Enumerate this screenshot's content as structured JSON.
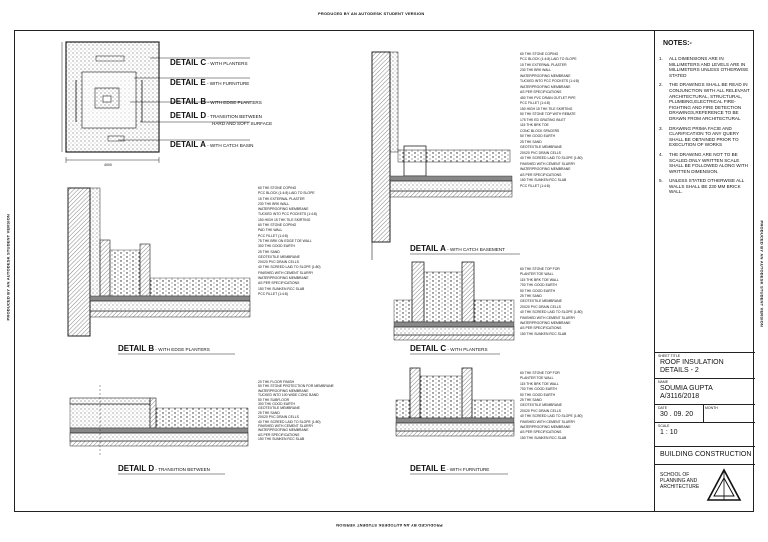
{
  "watermark": {
    "top": "PRODUCED BY AN AUTODESK STUDENT VERSION",
    "bottom": "PRODUCED BY AN AUTODESK STUDENT VERSION",
    "left": "PRODUCED BY AN AUTODESK STUDENT VERSION",
    "right": "PRODUCED BY AN AUTODESK STUDENT VERSION"
  },
  "key_plan": {
    "dimension": "4000",
    "labels": [
      {
        "code": "DETAIL C",
        "desc": " - WITH PLANTERS"
      },
      {
        "code": "DETAIL E",
        "desc": " - WITH FURNITURE"
      },
      {
        "code": "DETAIL B",
        "desc": " - WITH EDGE PLANTERS"
      },
      {
        "code": "DETAIL D",
        "desc": " - TRANSITION BETWEEN",
        "desc2": "HARD AND SOFT SURFACE"
      },
      {
        "code": "DETAIL A",
        "desc": " - WITH CATCH BASIN"
      }
    ]
  },
  "detail_a": {
    "title": "DETAIL A",
    "subtitle": " - WITH CATCH BASEMENT",
    "notes": [
      "60 THK STONE COPING",
      "PCC BLOCK (1:4:8) LAID TO SLOPE",
      "15 THK EXTERNAL PLASTER",
      "230 THK BRK WALL",
      "WATERPROOFING MEMBRANE",
      "TUCKED INTO PCC POCKETS (1:4:8)",
      "WATERPROOFING MEMBRANE",
      "AS PER SPECIFICATIONS",
      "450 THK PVC DRAIN OUTLET PIPE",
      "PCC FILLET (1:4:8)",
      "150 HIGH 15 THK TILE SKIRTING",
      "50 THK STONE TOP WITH REBATE",
      "175 THK ED GRATING INLET",
      "115 THK BRK TOE",
      "CONC BLOCK SPACERS",
      "50 THK GOOD EARTH",
      "25 THK SAND",
      "GEOTEXTILE MEMBRANE",
      "20X20 PVC DRAIN CELLS",
      "40 THK SCREED LAID TO SLOPE (1:80)",
      "FINISHED WITH CEMENT SLURRY",
      "WATERPROOFING MEMBRANE",
      "AS PER SPECIFICATIONS",
      "150 THK SUNKEN RCC SLAB",
      "PCC FILLET (1:4:8)"
    ]
  },
  "detail_b": {
    "title": "DETAIL B",
    "subtitle": " - WITH EDGE PLANTERS",
    "notes": [
      "60 THK STONE COPING",
      "PCC BLOCK (1:4:8) LAID TO SLOPE",
      "15 THK EXTERNAL PLASTER",
      "230 THK BRK WALL",
      "WATERPROOFING MEMBRANE",
      "TUCKED INTO PCC POCKETS (1:4:8)",
      "150 HIGH 15 THK TILE SKIRTING",
      "60 THK STONE COPING",
      "PAD THK WALL",
      "PCC FILLET (1:4:8)",
      "75 THK BRK ON EDGE TOE WALL",
      "300 THK GOOD EARTH",
      "25 THK SAND",
      "GEOTEXTILE MEMBRANE",
      "20X20 PVC DRAIN CELLS",
      "40 THK SCREED LAID TO SLOPE (1:80)",
      "FINISHED WITH CEMENT SLURRY",
      "WATERPROOFING MEMBRANE",
      "AS PER SPECIFICATIONS",
      "150 THK SUNKEN RCC SLAB",
      "PCC FILLET (1:4:8)"
    ]
  },
  "detail_c": {
    "title": "DETAIL C",
    "subtitle": " - WITH PLANTERS",
    "notes": [
      "60 THK STONE TOP FOR",
      "PLANTER TOE WALL",
      "115 THK BRK TOE WALL",
      "700 THK GOOD EARTH",
      "50 THK GOOD EARTH",
      "25 THK SAND",
      "GEOTEXTILE MEMBRANE",
      "20X20 PVC DRAIN CELLS",
      "40 THK SCREED LAID TO SLOPE (1:80)",
      "FINISHED WITH CEMENT SLURRY",
      "WATERPROOFING MEMBRANE",
      "AS PER SPECIFICATIONS",
      "150 THK SUNKEN RCC SLAB"
    ]
  },
  "detail_d": {
    "title": "DETAIL D",
    "subtitle": " - TRANSITION BETWEEN",
    "notes": [
      "20 THK FLOOR FINISH",
      "50 THK STONE PROTECTION FOR MEMBRANE",
      "WATERPROOFING MEMBRANE",
      "TUCKED INTO 100 WIDE CONC BAND",
      "50 THK SUBFLOOR",
      "300 THK GOOD EARTH",
      "GEOTEXTILE MEMBRANE",
      "25 THK SAND",
      "20X20 PVC DRAIN CELLS",
      "40 THK SCREED LAID TO SLOPE (1:80)",
      "FINISHED WITH CEMENT SLURRY",
      "WATERPROOFING MEMBRANE",
      "AS PER SPECIFICATIONS",
      "150 THK SUNKEN RCC SLAB"
    ]
  },
  "detail_e": {
    "title": "DETAIL E",
    "subtitle": " - WITH FURNITURE",
    "notes": [
      "60 THK STONE TOP FOR",
      "PLANTER TOE WALL",
      "115 THK BRK TOE WALL",
      "700 THK GOOD EARTH",
      "50 THK GOOD EARTH",
      "25 THK SAND",
      "GEOTEXTILE MEMBRANE",
      "20X20 PVC DRAIN CELLS",
      "40 THK SCREED LAID TO SLOPE (1:80)",
      "FINISHED WITH CEMENT SLURRY",
      "WATERPROOFING MEMBRANE",
      "AS PER SPECIFICATIONS",
      "150 THK SUNKEN RCC SLAB"
    ]
  },
  "title_block": {
    "notes_heading": "NOTES:-",
    "notes": [
      "ALL DIMENSIONS ARE IN MILLIMETERS AND LEVELS ARE IN MILLIMETERS UNLESS OTHERWISE STATED",
      "THE DRAWINGS SHALL BE READ IN CONJUNCTION WITH ALL RELEVANT ARCHITECTURAL, STRUCTURAL, PLUMBING,ELECTRICAL FIRE-FIGHTING AND FIRE DETECTION DRAWINGS,REFERENCE TO BE DRAWN FROM ARCHITECTURAL",
      "DRAWING PRIMA FACIE AND CLARIFICATION TO ANY QUERY SHALL BE OBTAINED PRIOR TO EXECUTION OF WORKS",
      "THE DRAWING ARE NOT TO BE SCALED.ONLY WRITTEN SCALE SHALL BE FOLLOWED ALONG WITH WRITTEN DIMENSION.",
      "UNLESS STATED OTHERWISE ALL WALLS SHALL BE 230 MM BRICK WALL."
    ],
    "sheet_title_label": "SHEET TITLE",
    "sheet_title_1": "ROOF INSULATION",
    "sheet_title_2": "DETAILS - 2",
    "name_label": "NAME",
    "name": "SOUMIA GUPTA",
    "roll": "A/3116/2018",
    "date_label": "DATE",
    "date": "30 . 09. 20",
    "month_label": "MONTH",
    "scale_label": "SCALE",
    "scale": "1 : 10",
    "subject": "BUILDING CONSTRUCTION",
    "school_1": "SCHOOL OF",
    "school_2": "PLANNING AND",
    "school_3": "ARCHITECTURE"
  }
}
